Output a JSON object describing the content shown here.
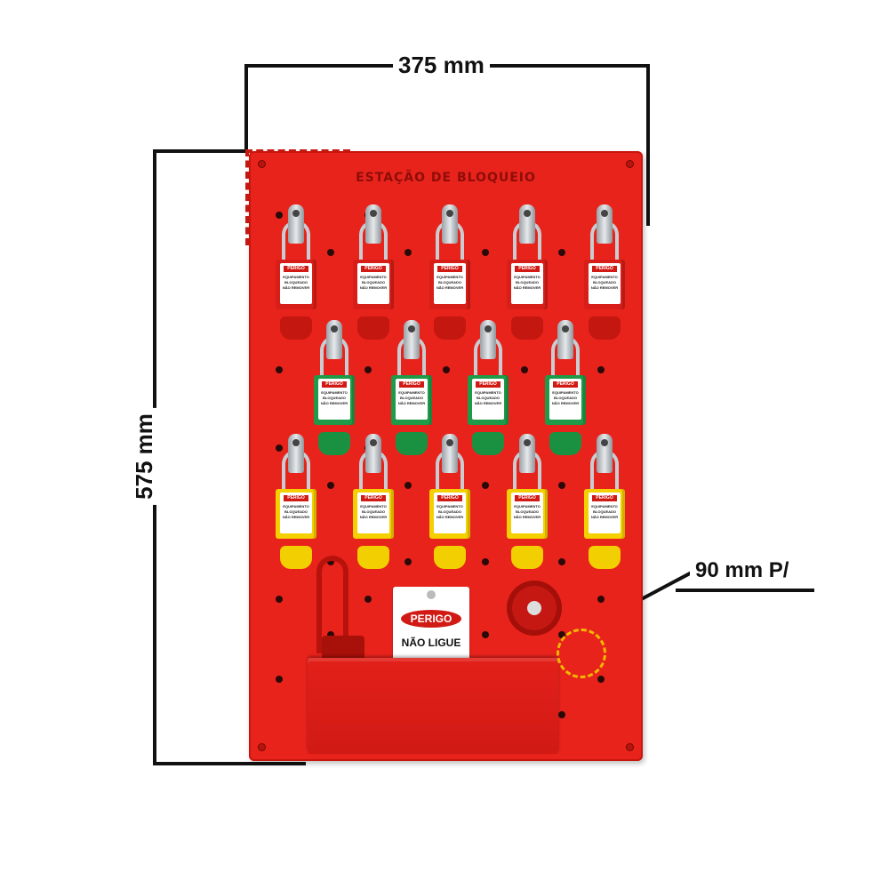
{
  "dimensions": {
    "width_label": "375 mm",
    "height_label": "575 mm",
    "callout_label": "90 mm P/"
  },
  "board": {
    "title": "ESTAÇÃO DE BLOQUEIO",
    "color": "#e8231c"
  },
  "padlock_label": {
    "header": "PERIGO",
    "text": "EQUIPAMENTO\nBLOQUEADO\nNÃO REMOVER"
  },
  "padlock_rows": [
    {
      "color": "red",
      "count": 5
    },
    {
      "color": "green",
      "count": 4
    },
    {
      "color": "yellow",
      "count": 5
    }
  ],
  "tag": {
    "header": "PERIGO",
    "footer": "NÃO LIGUE"
  },
  "colors": {
    "red": "#d81e18",
    "green": "#1f9a48",
    "yellow": "#f4d000",
    "dim_line": "#111111"
  }
}
